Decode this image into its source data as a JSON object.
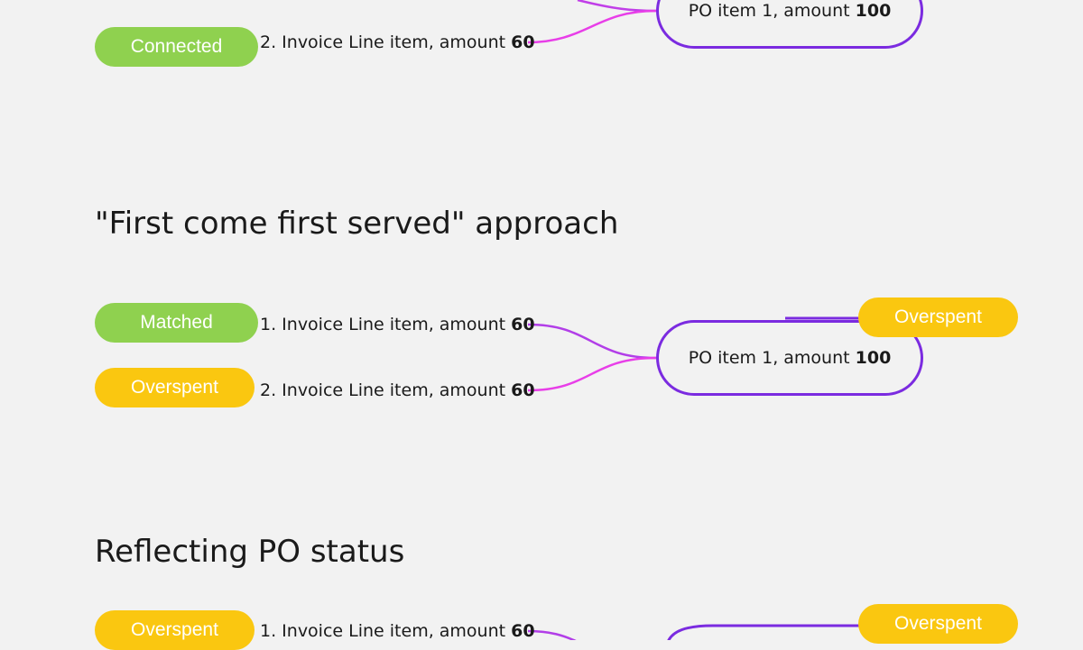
{
  "colors": {
    "background": "#f2f2f2",
    "matched_green": "#8fd14f",
    "overspent_yellow": "#fac710",
    "po_border_purple": "#7b2be0",
    "connector_magenta": "#e83ee8",
    "connector_purple": "#a23ee8"
  },
  "section1": {
    "status_connected": "Connected",
    "line2_text": "2. Invoice Line item, amount",
    "line2_amount": "60",
    "po_text": "PO item 1, amount",
    "po_amount": "100"
  },
  "section2": {
    "title": "\"First come first served\" approach",
    "status_line1": "Matched",
    "line1_text": "1. Invoice Line item, amount",
    "line1_amount": "60",
    "status_line2": "Overspent",
    "line2_text": "2. Invoice Line item, amount",
    "line2_amount": "60",
    "po_text": "PO item 1, amount",
    "po_amount": "100",
    "po_status": "Overspent"
  },
  "section3": {
    "title": "Reflecting PO status",
    "status_line1": "Overspent",
    "line1_text": "1. Invoice Line item, amount",
    "line1_amount": "60",
    "po_status": "Overspent"
  }
}
